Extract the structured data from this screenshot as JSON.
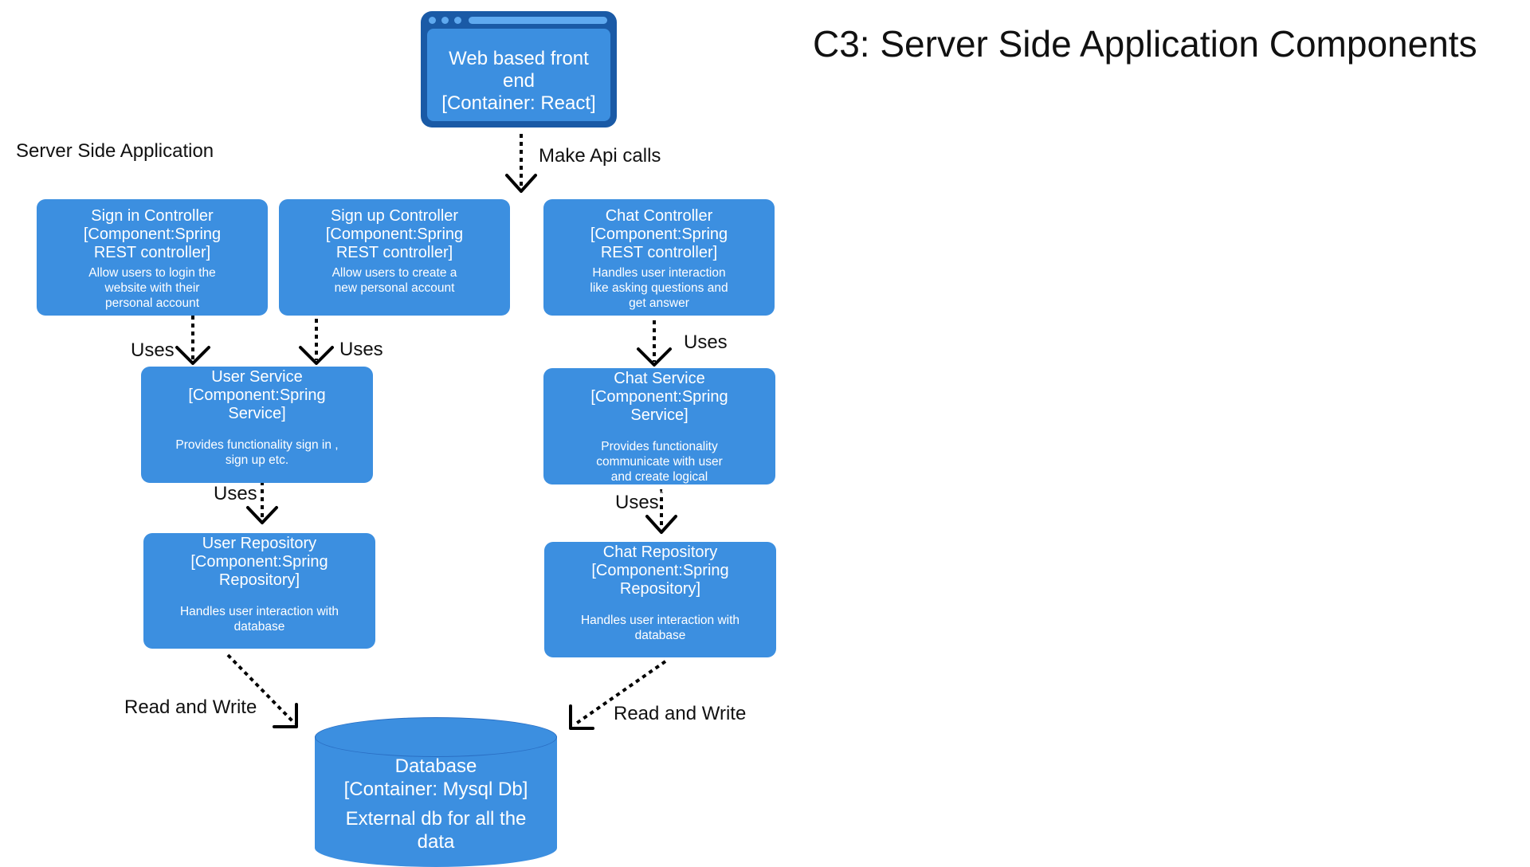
{
  "title": "C3: Server Side Application Components",
  "boundary_label": "Server Side Application",
  "frontend": {
    "name_line1": "Web based front",
    "name_line2": "end",
    "tech": "[Container: React]"
  },
  "components": {
    "signin": {
      "name": "Sign in Controller",
      "tech_line1": "[Component:Spring",
      "tech_line2": "REST controller]",
      "desc": "Allow users to login the website with their personal account"
    },
    "signup": {
      "name": "Sign up Controller",
      "tech_line1": "[Component:Spring",
      "tech_line2": "REST controller]",
      "desc": "Allow users to create a new personal account"
    },
    "chat_controller": {
      "name": "Chat Controller",
      "tech_line1": "[Component:Spring",
      "tech_line2": "REST controller]",
      "desc": "Handles user interaction like asking questions and get answer"
    },
    "user_service": {
      "name": "User Service",
      "tech_line1": "[Component:Spring",
      "tech_line2": "Service]",
      "desc": "Provides functionality sign in , sign up etc."
    },
    "chat_service": {
      "name": "Chat Service",
      "tech_line1": "[Component:Spring",
      "tech_line2": "Service]",
      "desc": "Provides functionality communicate with user and create logical answers."
    },
    "user_repository": {
      "name": "User Repository",
      "tech_line1": "[Component:Spring",
      "tech_line2": "Repository]",
      "desc": "Handles user interaction with database"
    },
    "chat_repository": {
      "name": "Chat Repository",
      "tech_line1": "[Component:Spring",
      "tech_line2": "Repository]",
      "desc": "Handles user interaction with database"
    }
  },
  "database": {
    "name": "Database",
    "tech": "[Container: Mysql Db]",
    "desc": "External db for all the data"
  },
  "edges": {
    "api": "Make Api calls",
    "signin_uses": "Uses",
    "signup_uses": "Uses",
    "chat_uses": "Uses",
    "user_service_uses": "Uses",
    "chat_service_uses": "Uses",
    "user_repo_rw": "Read and Write",
    "chat_repo_rw": "Read and Write"
  },
  "colors": {
    "component_fill": "#3c8fe0",
    "frontend_frame": "#1a5aa6",
    "arrow": "#000000",
    "text_on_component": "#ffffff"
  }
}
